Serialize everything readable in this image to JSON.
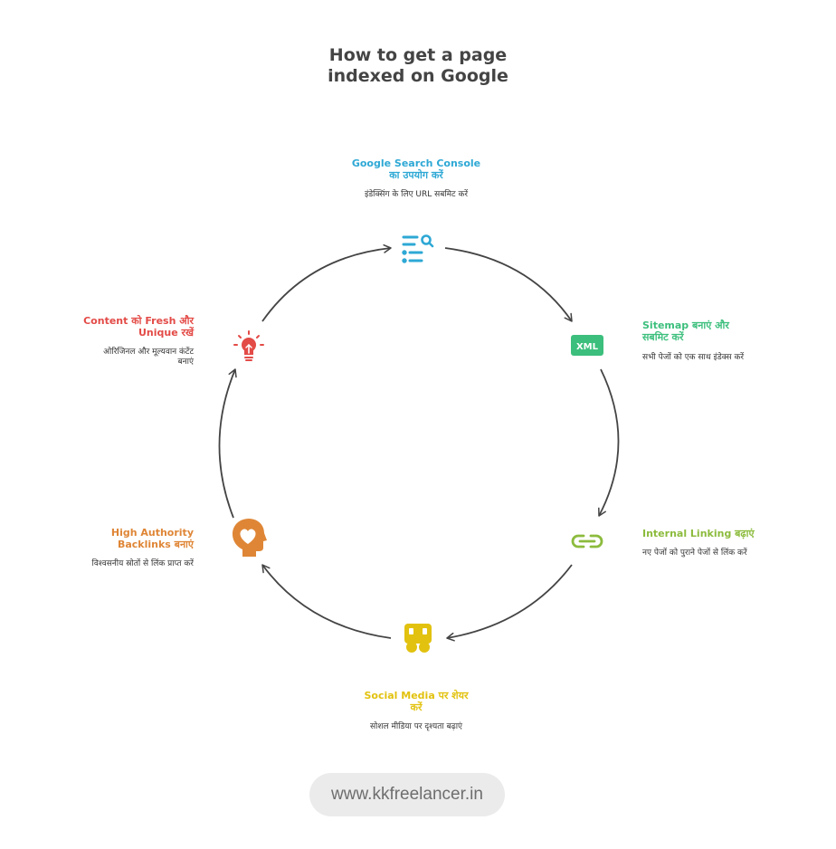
{
  "title_line1": "How to get a page",
  "title_line2": "indexed on Google",
  "colors": {
    "console": "#2ea8d5",
    "sitemap": "#3cbf7c",
    "linking": "#8cbb3d",
    "social": "#e2c20f",
    "backlinks": "#df8636",
    "content": "#e34b47",
    "arrow": "#444444"
  },
  "steps": {
    "console": {
      "label_line1": "Google Search Console",
      "label_line2": "का उपयोग करें",
      "desc": "इंडेक्सिंग के लिए URL सबमिट करें",
      "icon": "search-list-icon"
    },
    "sitemap": {
      "label_line1": "Sitemap बनाएं और",
      "label_line2": "सबमिट करें",
      "desc": "सभी पेजों को एक साथ इंडेक्स करें",
      "icon": "xml-icon",
      "icon_text": "XML"
    },
    "linking": {
      "label_line1": "Internal Linking बढ़ाएं",
      "desc": "नए पेजों को पुराने पेजों से लिंक करें",
      "icon": "link-icon"
    },
    "social": {
      "label_line1": "Social Media पर शेयर",
      "label_line2": "करें",
      "desc": "सोशल मीडिया पर दृश्यता बढ़ाएं",
      "icon": "social-icon"
    },
    "backlinks": {
      "label_line1": "High Authority",
      "label_line2": "Backlinks बनाएं",
      "desc": "विश्वसनीय स्रोतों से लिंक प्राप्त करें",
      "icon": "head-heart-icon"
    },
    "content": {
      "label_line1": "Content को Fresh और",
      "label_line2": "Unique रखें",
      "desc_line1": "ओरिजिनल और मूल्यवान कंटेंट",
      "desc_line2": "बनाएं",
      "icon": "lightbulb-icon"
    }
  },
  "footer": "www.kkfreelancer.in"
}
